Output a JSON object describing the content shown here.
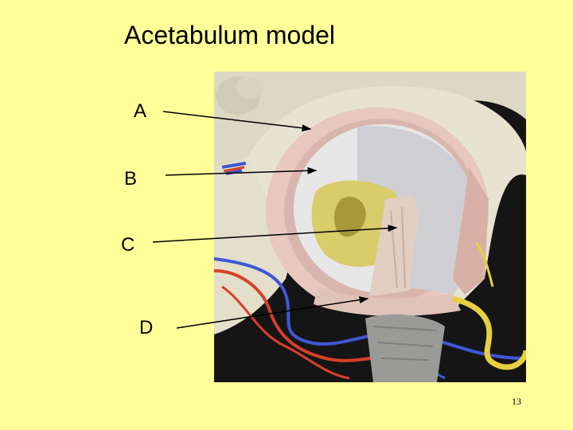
{
  "slide": {
    "title": "Acetabulum model",
    "page_number": "13"
  },
  "labels": {
    "a": "A",
    "b": "B",
    "c": "C",
    "d": "D"
  },
  "colors": {
    "background": "#FFFF99",
    "bone": "#E6E2CC",
    "labrum": "#E8C7BE",
    "cartilage": "#E7E7E7",
    "fat_pad": "#D9CC6A",
    "artery": "#D84028",
    "vein": "#4057D6",
    "nerve": "#E8CF40"
  },
  "image": {
    "subject": "acetabulum-3d-model"
  }
}
